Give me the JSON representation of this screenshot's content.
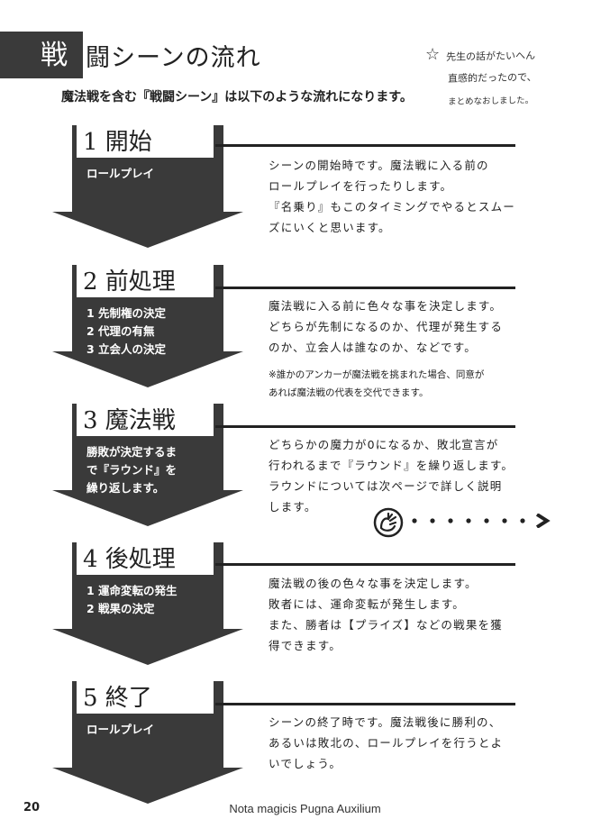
{
  "header": {
    "title_first_char": "戦",
    "title_rest": "闘シーンの流れ",
    "intro": "魔法戦を含む『戦闘シーン』は以下のような流れになります。"
  },
  "handwritten_note": {
    "star_icon": "star-outline-icon",
    "line1": "先生の話がたいへん",
    "line2": "直感的だったので、",
    "line3": "まとめなおしました。"
  },
  "steps": [
    {
      "title": "1 開始",
      "sub": [
        "ロールプレイ"
      ],
      "desc": [
        "シーンの開始時です。魔法戦に入る前の",
        "ロールプレイを行ったりします。",
        "『名乗り』もこのタイミングでやるとスムー",
        "ズにいくと思います。"
      ]
    },
    {
      "title": "2 前処理",
      "sub": [
        "1 先制権の決定",
        "2 代理の有無",
        "3 立会人の決定"
      ],
      "desc": [
        "魔法戦に入る前に色々な事を決定します。",
        "どちらが先制になるのか、代理が発生する",
        "のか、立会人は誰なのか、などです。"
      ],
      "note": [
        "※誰かのアンカーが魔法戦を挑まれた場合、同意が",
        "あれば魔法戦の代表を交代できます。"
      ]
    },
    {
      "title": "3 魔法戦",
      "sub": [
        "勝敗が決定するま",
        "で『ラウンド』を",
        "繰り返します。"
      ],
      "desc": [
        "どちらかの魔力が0になるか、敗北宣言が",
        "行われるまで『ラウンド』を繰り返します。",
        "ラウンドについては次ページで詳しく説明",
        "します。"
      ]
    },
    {
      "title": "4 後処理",
      "sub": [
        "1 運命変転の発生",
        "2 戦果の決定"
      ],
      "desc": [
        "魔法戦の後の色々な事を決定します。",
        "敗者には、運命変転が発生します。",
        "また、勝者は【プライズ】などの戦果を獲",
        "得できます。"
      ]
    },
    {
      "title": "5 終了",
      "sub": [
        "ロールプレイ"
      ],
      "desc": [
        "シーンの終了時です。魔法戦後に勝利の、",
        "あるいは敗北の、ロールプレイを行うとよ",
        "いでしょう。"
      ]
    }
  ],
  "footer": {
    "page_number": "20",
    "book_title": "Nota magicis Pugna Auxilium"
  },
  "colors": {
    "arrow": "#3a3a3a",
    "text": "#222222"
  }
}
